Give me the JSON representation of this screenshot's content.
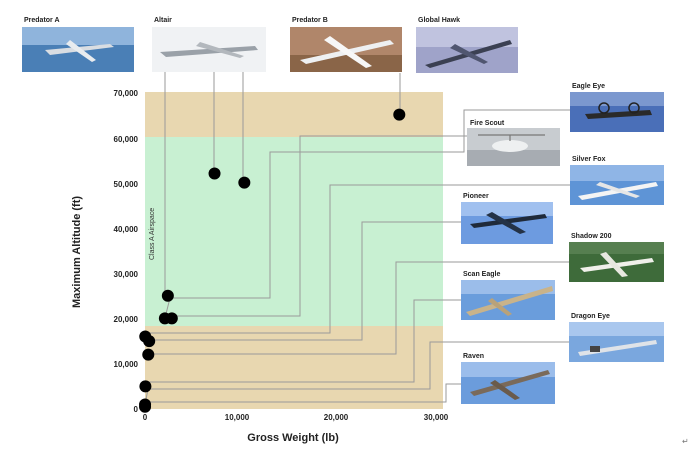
{
  "chart_data": {
    "type": "scatter",
    "title": "",
    "xlabel": "Gross Weight (lb)",
    "ylabel": "Maximum Altitude (ft)",
    "xlim": [
      0,
      30000
    ],
    "ylim": [
      0,
      70000
    ],
    "x_ticks": [
      "0",
      "10,000",
      "20,000",
      "30,000"
    ],
    "y_ticks": [
      "0",
      "10,000",
      "20,000",
      "30,000",
      "40,000",
      "50,000",
      "60,000",
      "70,000"
    ],
    "bands": [
      {
        "from": 0,
        "to": 18000,
        "color": "#e8d7b0"
      },
      {
        "from": 18000,
        "to": 60000,
        "color": "#c8f0d2",
        "label": "Class A Airspace"
      },
      {
        "from": 60000,
        "to": 70000,
        "color": "#e8d7b0"
      }
    ],
    "points": [
      {
        "name": "Predator A",
        "x": 2300,
        "y": 25000
      },
      {
        "name": "Altair",
        "x": 7000,
        "y": 52000
      },
      {
        "name": "Predator B",
        "x": 10000,
        "y": 50000
      },
      {
        "name": "Global Hawk",
        "x": 25600,
        "y": 65000
      },
      {
        "name": "Eagle Eye",
        "x": 2000,
        "y": 20000
      },
      {
        "name": "Fire Scout",
        "x": 2700,
        "y": 20000
      },
      {
        "name": "Silver Fox",
        "x": 25,
        "y": 16000
      },
      {
        "name": "Pioneer",
        "x": 420,
        "y": 15000
      },
      {
        "name": "Shadow 200",
        "x": 330,
        "y": 12000
      },
      {
        "name": "Scan Eagle",
        "x": 40,
        "y": 5000
      },
      {
        "name": "Dragon Eye",
        "x": 6,
        "y": 1000
      },
      {
        "name": "Raven",
        "x": 4,
        "y": 500
      }
    ]
  },
  "aircraft_labels": {
    "predator_a": "Predator A",
    "altair": "Altair",
    "predator_b": "Predator B",
    "global_hawk": "Global Hawk",
    "eagle_eye": "Eagle Eye",
    "fire_scout": "Fire Scout",
    "silver_fox": "Silver Fox",
    "pioneer": "Pioneer",
    "shadow_200": "Shadow 200",
    "scan_eagle": "Scan Eagle",
    "dragon_eye": "Dragon Eye",
    "raven": "Raven"
  },
  "band_label": "Class A Airspace",
  "corner_mark": "↵",
  "colors": {
    "band_tan": "#e8d7b0",
    "band_green": "#c8f0d2",
    "point": "#000000",
    "leader": "#9a9a9a"
  }
}
